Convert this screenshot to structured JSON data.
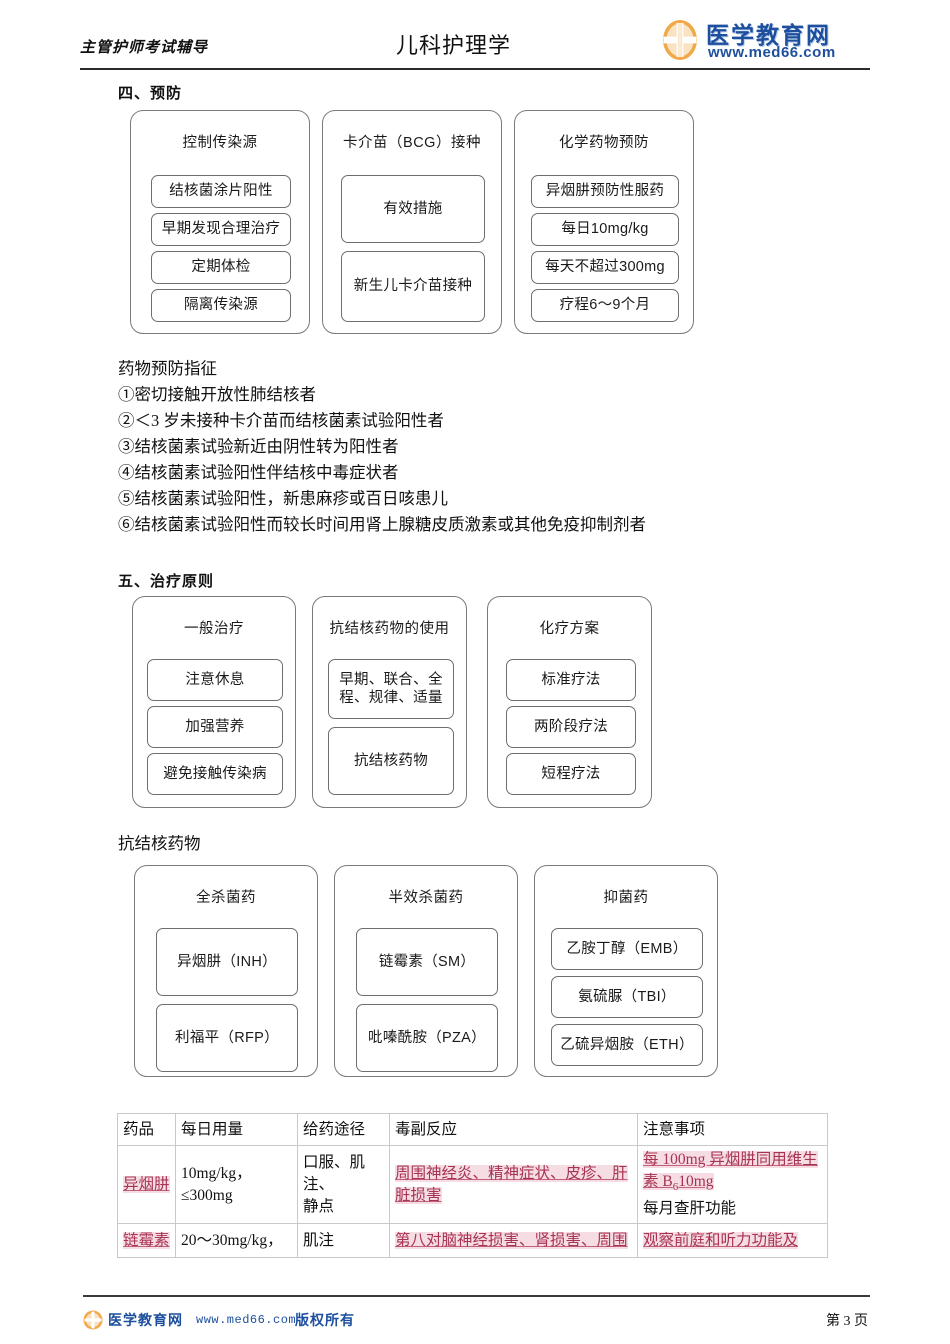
{
  "header": {
    "left_label": "主管护师考试辅导",
    "center_title": "儿科护理学",
    "logo_text": "医学教育网",
    "logo_url": "www.med66.com",
    "logo_icon": "cross-circle-icon"
  },
  "sections": [
    {
      "heading": "四、预防",
      "groups": [
        {
          "title": "控制传染源",
          "nodes": [
            "结核菌涂片阳性",
            "早期发现合理治疗",
            "定期体检",
            "隔离传染源"
          ]
        },
        {
          "title": "卡介苗（BCG）接种",
          "nodes": [
            "有效措施",
            "新生儿卡介苗接种"
          ]
        },
        {
          "title": "化学药物预防",
          "nodes": [
            "异烟肼预防性服药",
            "每日10mg/kg",
            "每天不超过300mg",
            "疗程6～9个月"
          ]
        }
      ]
    },
    {
      "heading": "五、治疗原则",
      "groups": [
        {
          "title": "一般治疗",
          "nodes": [
            "注意休息",
            "加强营养",
            "避免接触传染病"
          ]
        },
        {
          "title": "抗结核药物的使用",
          "nodes": [
            "早期、联合、全程、规律、适量",
            "抗结核药物"
          ]
        },
        {
          "title": "化疗方案",
          "nodes": [
            "标准疗法",
            "两阶段疗法",
            "短程疗法"
          ]
        }
      ]
    }
  ],
  "indication_block": {
    "title": "药物预防指征",
    "items": [
      "①密切接触开放性肺结核者",
      "②＜3 岁未接种卡介苗而结核菌素试验阳性者",
      "③结核菌素试验新近由阴性转为阳性者",
      "④结核菌素试验阳性伴结核中毒症状者",
      "⑤结核菌素试验阳性，新患麻疹或百日咳患儿",
      "⑥结核菌素试验阳性而较长时间用肾上腺糖皮质激素或其他免疫抑制剂者"
    ]
  },
  "drug_caption": "抗结核药物",
  "drug_groups": [
    {
      "title": "全杀菌药",
      "nodes": [
        "异烟肼（INH）",
        "利福平（RFP）"
      ]
    },
    {
      "title": "半效杀菌药",
      "nodes": [
        "链霉素（SM）",
        "吡嗪酰胺（PZA）"
      ]
    },
    {
      "title": "抑菌药",
      "nodes": [
        "乙胺丁醇（EMB）",
        "氨硫脲（TBI）",
        "乙硫异烟胺（ETH）"
      ]
    }
  ],
  "table": {
    "headers": [
      "药品",
      "每日用量",
      "给药途径",
      "毒副反应",
      "注意事项"
    ],
    "rows": [
      {
        "drug": "异烟肼",
        "dose_line1": "10mg/kg，",
        "dose_line2": "≤300mg",
        "route_line1": "口服、肌注、",
        "route_line2": "静点",
        "adverse": "周围神经炎、精神症状、皮疹、肝脏损害",
        "notes_hl_line1": "每 100mg 异烟肼同用维生",
        "notes_hl_line2_a": "素 B",
        "notes_hl_line2_sub": "6",
        "notes_hl_line2_b": "10mg",
        "notes_plain": "每月查肝功能"
      },
      {
        "drug": "链霉素",
        "dose": "20～30mg/kg，",
        "route": "肌注",
        "adverse": "第八对脑神经损害、肾损害、周围",
        "notes": "观察前庭和听力功能及"
      }
    ]
  },
  "footer": {
    "logo_icon": "cross-circle-icon",
    "brand": "医学教育网",
    "url": "www.med66.com",
    "copyright": "版权所有",
    "page_label": "第 3 页"
  },
  "colors": {
    "highlight_text": "#a83252",
    "highlight_bg": "#f6dde4",
    "brand_blue": "#1d4f9e",
    "box_border": "#7a7a7a"
  }
}
